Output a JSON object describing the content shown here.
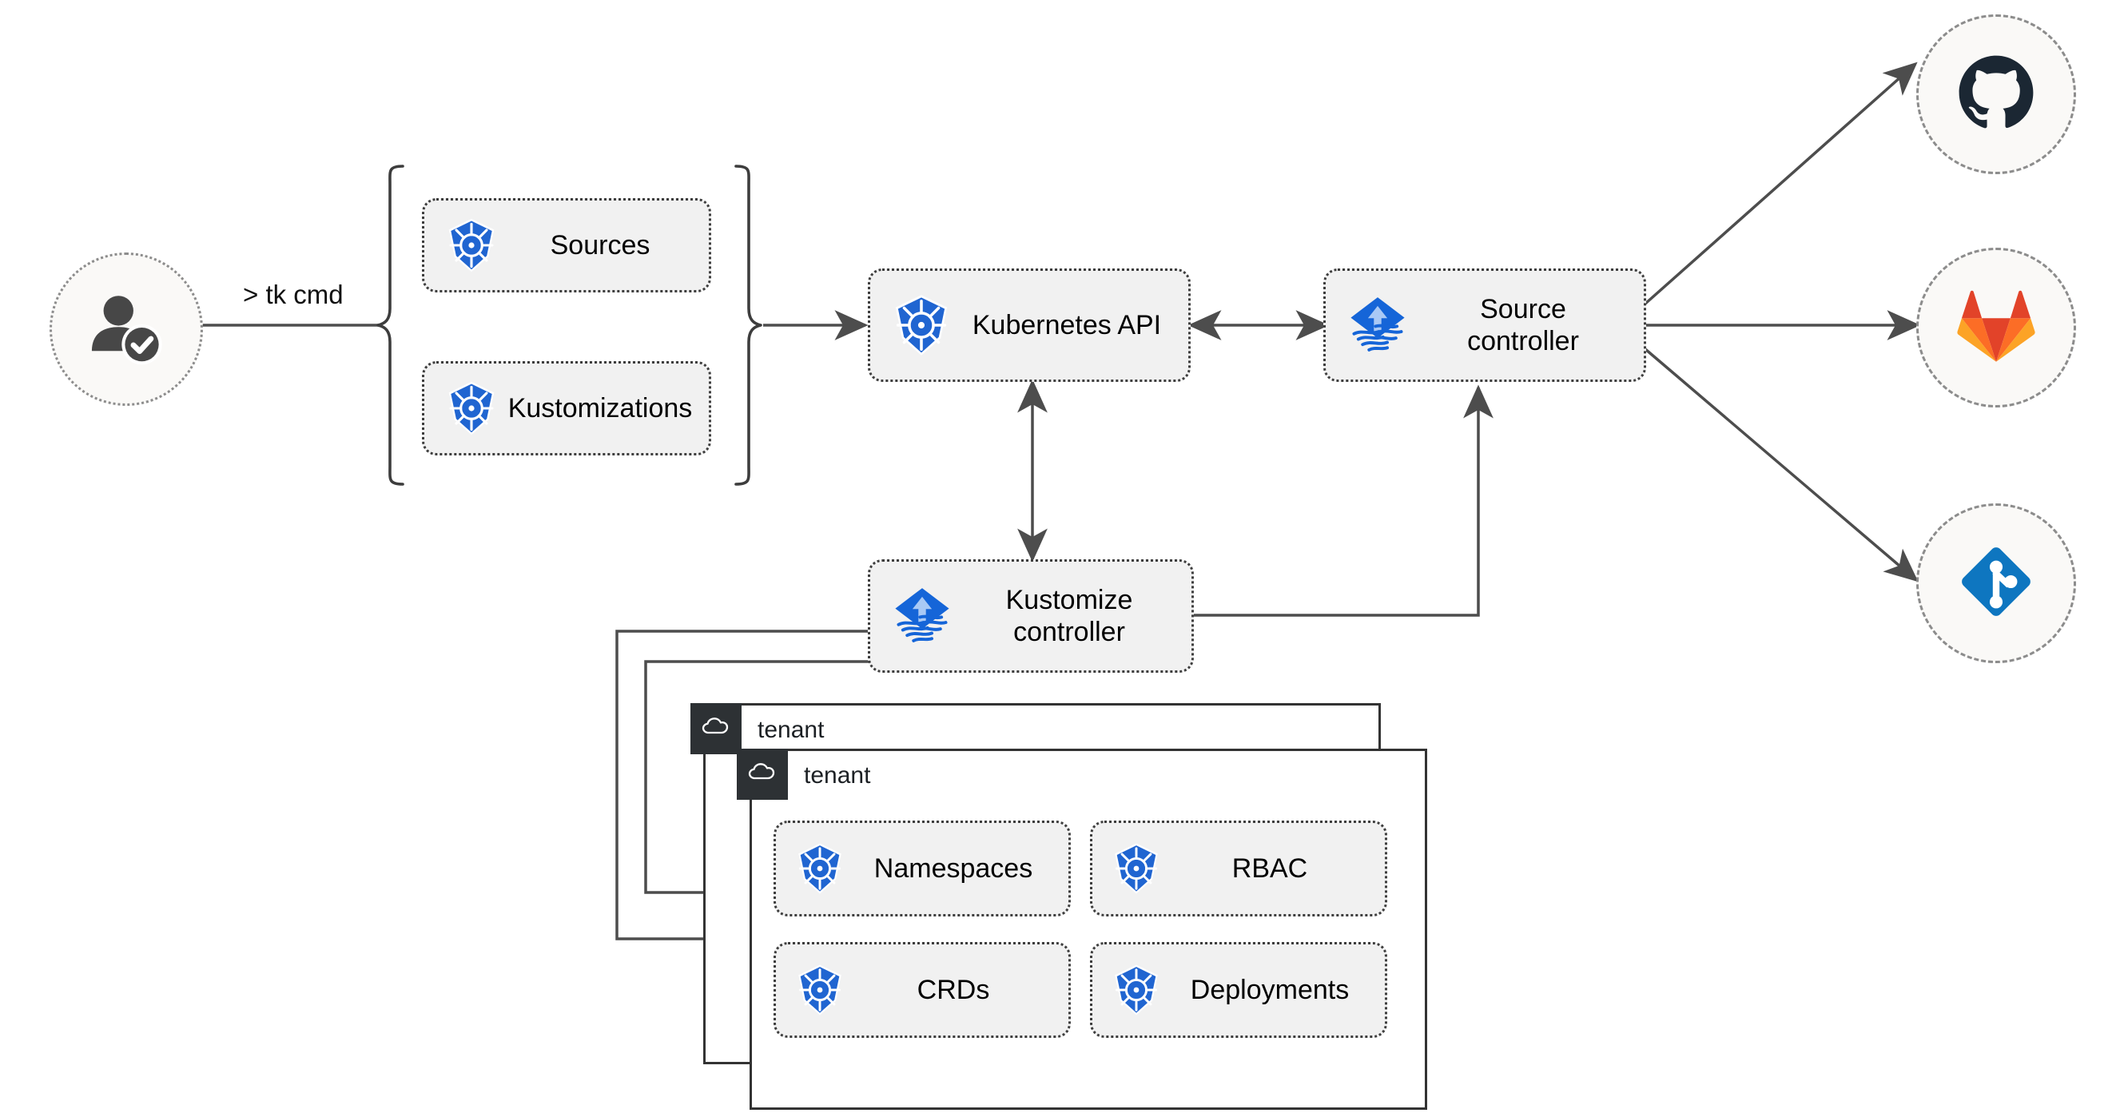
{
  "diagram": {
    "title": "Flux multi-tenancy GitOps architecture",
    "background": "#ffffff",
    "line_color": "#4d4d4d",
    "box_fill": "#f1f1f1",
    "box_border": "#3d3d3d",
    "circle_fill": "#faf9f7",
    "circle_border": "#8c8c8c",
    "tenant_tab_color": "#2d3134",
    "tenant_border": "#333333"
  },
  "actor": {
    "icon": "user-verified-icon",
    "icon_color": "#474747",
    "command_label": "> tk cmd"
  },
  "crd_group": {
    "brace_left": "{",
    "brace_right": "}",
    "items": [
      {
        "label": "Sources",
        "icon": "kubernetes-icon"
      },
      {
        "label": "Kustomizations",
        "icon": "kubernetes-icon"
      }
    ]
  },
  "cluster": {
    "nodes": [
      {
        "id": "kubernetes-api",
        "label": "Kubernetes API",
        "icon": "kubernetes-icon"
      },
      {
        "id": "source-controller",
        "label": "Source\ncontroller",
        "icon": "flux-icon"
      },
      {
        "id": "kustomize-controller",
        "label": "Kustomize\ncontroller",
        "icon": "flux-icon"
      }
    ]
  },
  "providers": [
    {
      "id": "github",
      "icon": "github-icon",
      "color": "#1b2733"
    },
    {
      "id": "gitlab",
      "icon": "gitlab-icon",
      "color": "#e24329"
    },
    {
      "id": "git",
      "icon": "git-icon",
      "color": "#0e76c0"
    }
  ],
  "tenants": [
    {
      "id": "tenant-back",
      "name": "tenant",
      "icon": "cloud-icon",
      "resources": []
    },
    {
      "id": "tenant-front",
      "name": "tenant",
      "icon": "cloud-icon",
      "resources": [
        {
          "label": "Namespaces",
          "icon": "kubernetes-icon"
        },
        {
          "label": "RBAC",
          "icon": "kubernetes-icon"
        },
        {
          "label": "CRDs",
          "icon": "kubernetes-icon"
        },
        {
          "label": "Deployments",
          "icon": "kubernetes-icon"
        }
      ]
    }
  ],
  "connections": [
    {
      "from": "actor",
      "to": "crd-group",
      "type": "single",
      "label": "> tk cmd"
    },
    {
      "from": "crd-group",
      "to": "kubernetes-api",
      "type": "single"
    },
    {
      "from": "kubernetes-api",
      "to": "source-controller",
      "type": "double"
    },
    {
      "from": "kubernetes-api",
      "to": "kustomize-controller",
      "type": "double"
    },
    {
      "from": "kustomize-controller",
      "to": "source-controller",
      "type": "single"
    },
    {
      "from": "source-controller",
      "to": "github",
      "type": "single"
    },
    {
      "from": "source-controller",
      "to": "gitlab",
      "type": "single"
    },
    {
      "from": "source-controller",
      "to": "git",
      "type": "single"
    },
    {
      "from": "kustomize-controller",
      "to": "tenant-back",
      "type": "single"
    },
    {
      "from": "kustomize-controller",
      "to": "tenant-front",
      "type": "single"
    }
  ]
}
